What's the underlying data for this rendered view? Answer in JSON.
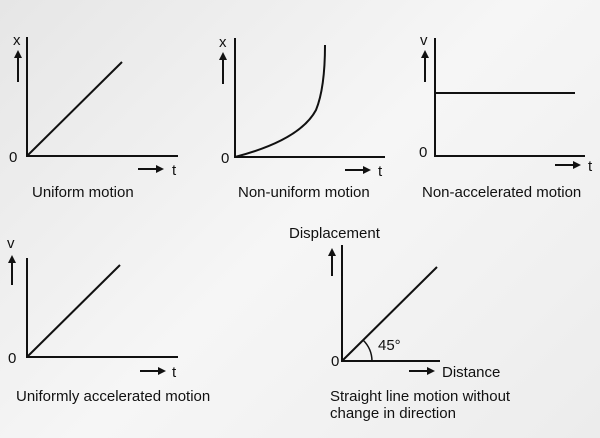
{
  "panels": [
    {
      "y_label": "x",
      "x_label": "t",
      "origin": "0",
      "caption": "Uniform motion"
    },
    {
      "y_label": "x",
      "x_label": "t",
      "origin": "0",
      "caption": "Non-uniform motion"
    },
    {
      "y_label": "v",
      "x_label": "t",
      "origin": "0",
      "caption": "Non-accelerated motion"
    },
    {
      "y_label": "v",
      "x_label": "t",
      "origin": "0",
      "caption": "Uniformly accelerated motion"
    },
    {
      "y_label": "Displacement",
      "x_label": "Distance",
      "origin": "0",
      "angle_label": "45°",
      "caption_line1": "Straight line motion without",
      "caption_line2": "change in direction"
    }
  ]
}
